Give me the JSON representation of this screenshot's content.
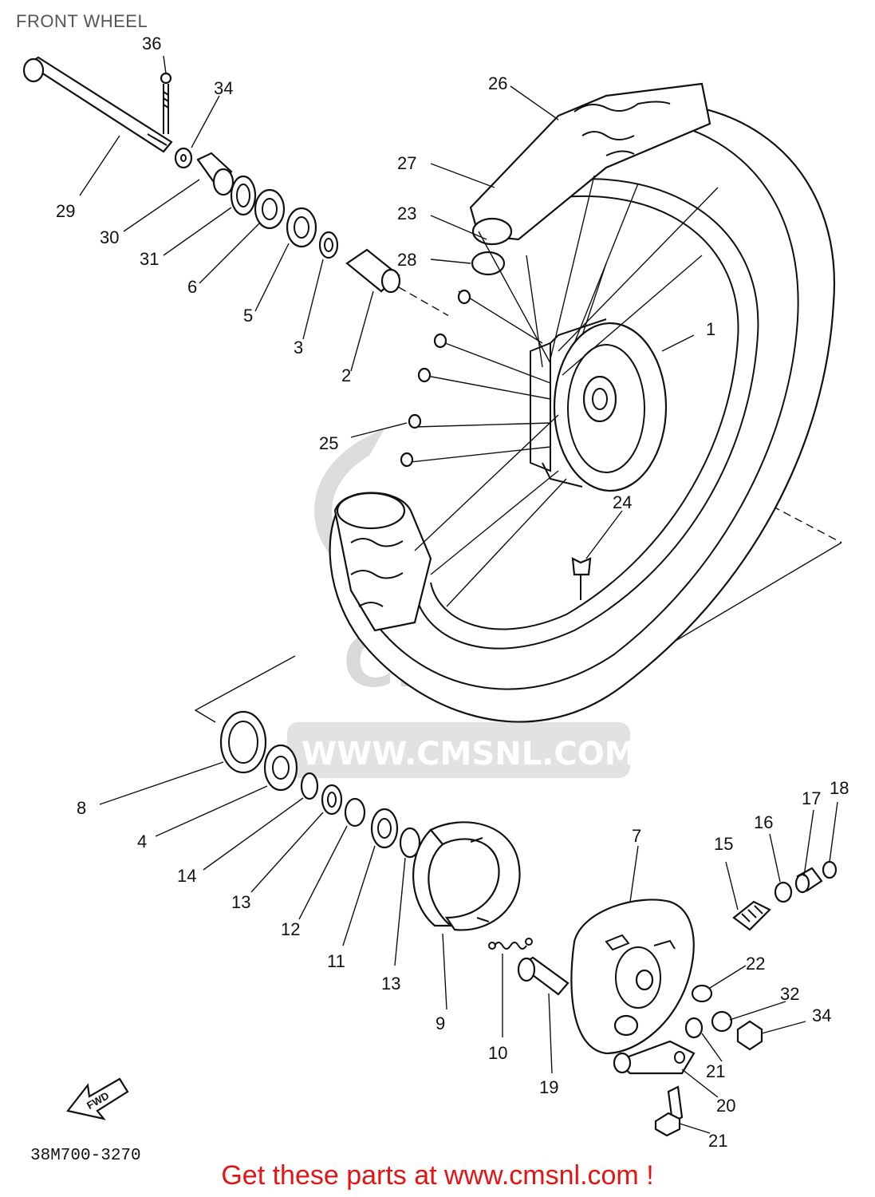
{
  "title": "FRONT WHEEL",
  "code": "38M700-3270",
  "footer": "Get these parts at www.cmsnl.com !",
  "watermark": {
    "brand": "CMS",
    "url": "WWW.CMSNL.COM"
  },
  "fwd_label": "FWD",
  "callouts": [
    "1",
    "2",
    "3",
    "4",
    "5",
    "6",
    "7",
    "8",
    "9",
    "10",
    "11",
    "12",
    "13",
    "13",
    "14",
    "15",
    "16",
    "17",
    "18",
    "19",
    "20",
    "21",
    "22",
    "23",
    "24",
    "25",
    "26",
    "27",
    "28",
    "29",
    "30",
    "31",
    "32",
    "33",
    "34",
    "35",
    "36"
  ],
  "colors": {
    "footer": "#e31414",
    "title": "#555555",
    "watermark": "#d9d9d9"
  }
}
